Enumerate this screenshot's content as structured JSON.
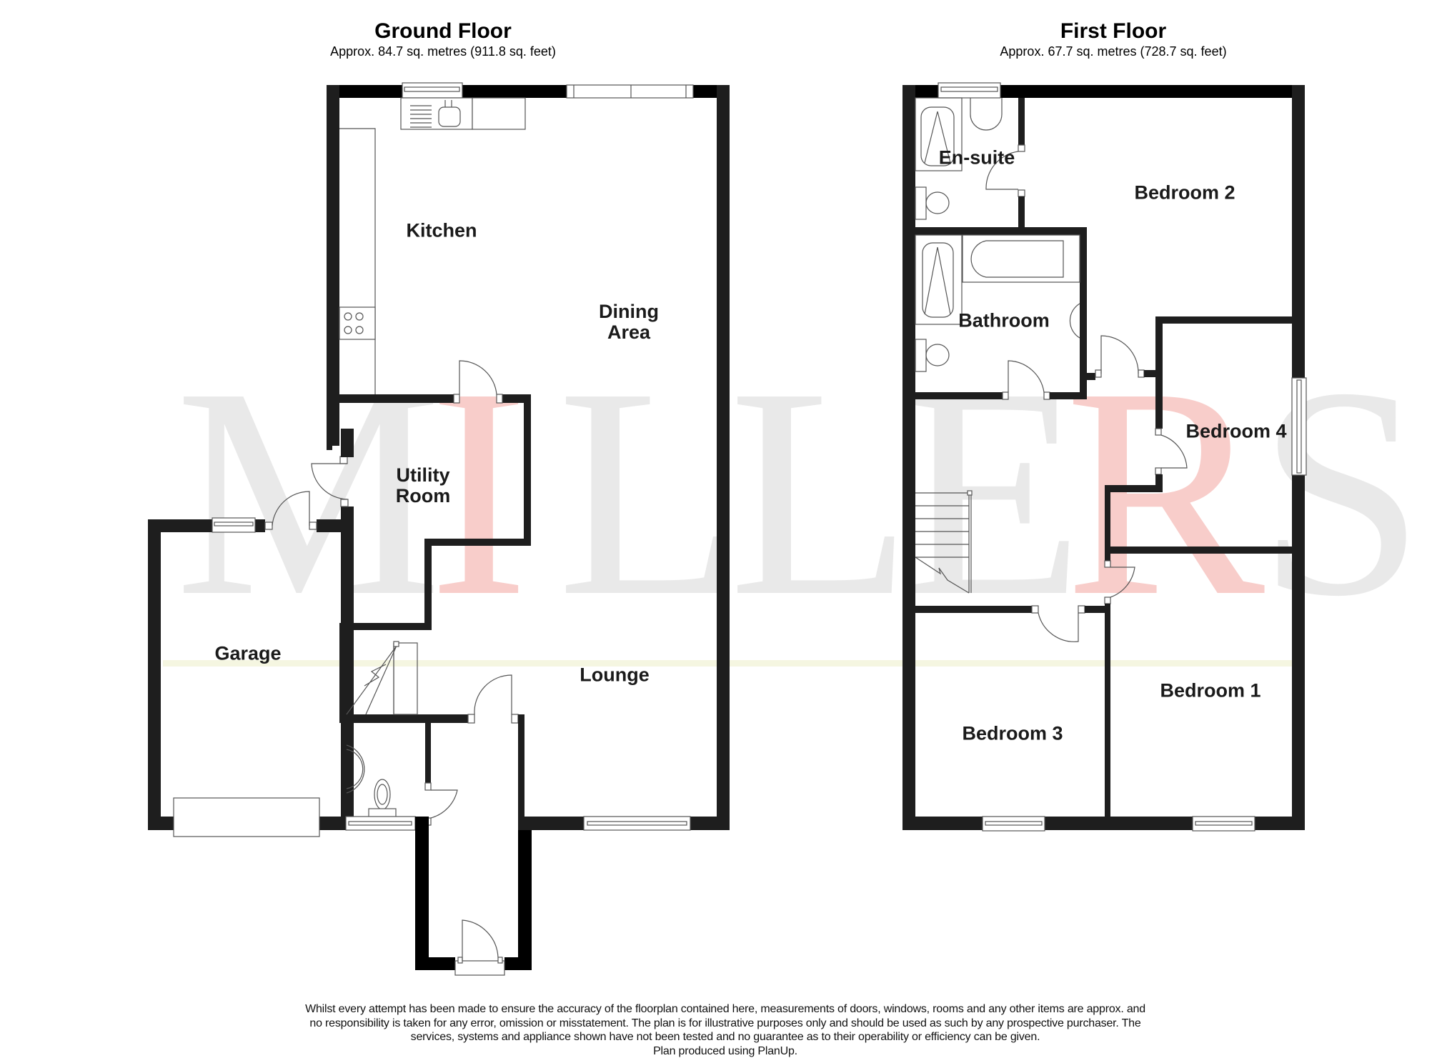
{
  "floors": [
    {
      "title": "Ground Floor",
      "area": "Approx. 84.7 sq. metres (911.8 sq. feet)",
      "rooms": [
        {
          "label": "Kitchen"
        },
        {
          "label": "Dining\nArea",
          "lines": [
            "Dining",
            "Area"
          ]
        },
        {
          "label": "Utility\nRoom",
          "lines": [
            "Utility",
            "Room"
          ]
        },
        {
          "label": "Garage"
        },
        {
          "label": "Lounge"
        }
      ]
    },
    {
      "title": "First Floor",
      "area": "Approx. 67.7 sq. metres (728.7 sq. feet)",
      "rooms": [
        {
          "label": "En-suite"
        },
        {
          "label": "Bedroom 2"
        },
        {
          "label": "Bathroom"
        },
        {
          "label": "Bedroom 4"
        },
        {
          "label": "Bedroom 1"
        },
        {
          "label": "Bedroom 3"
        }
      ]
    }
  ],
  "watermark": {
    "text": "MILLERS",
    "letters": [
      "M",
      "I",
      "L",
      "L",
      "E",
      "R",
      "S"
    ],
    "color": "#d8d8d8",
    "accent_color": "#f4a6a0"
  },
  "colors": {
    "wall": "#1e1e1e",
    "background": "#ffffff",
    "guide_line": "#f3f5dc"
  },
  "disclaimer": {
    "lines": [
      "Whilst every attempt has been made to ensure the accuracy of the floorplan contained here, measurements of doors, windows, rooms and any other items are approx. and",
      "no responsibility is taken for any error, omission or misstatement. The plan is for illustrative purposes only and should be used as such by any prospective purchaser. The",
      "services, systems and appliance shown have not been tested and no guarantee as to their operability or efficiency can be given.",
      "Plan produced using PlanUp."
    ]
  }
}
